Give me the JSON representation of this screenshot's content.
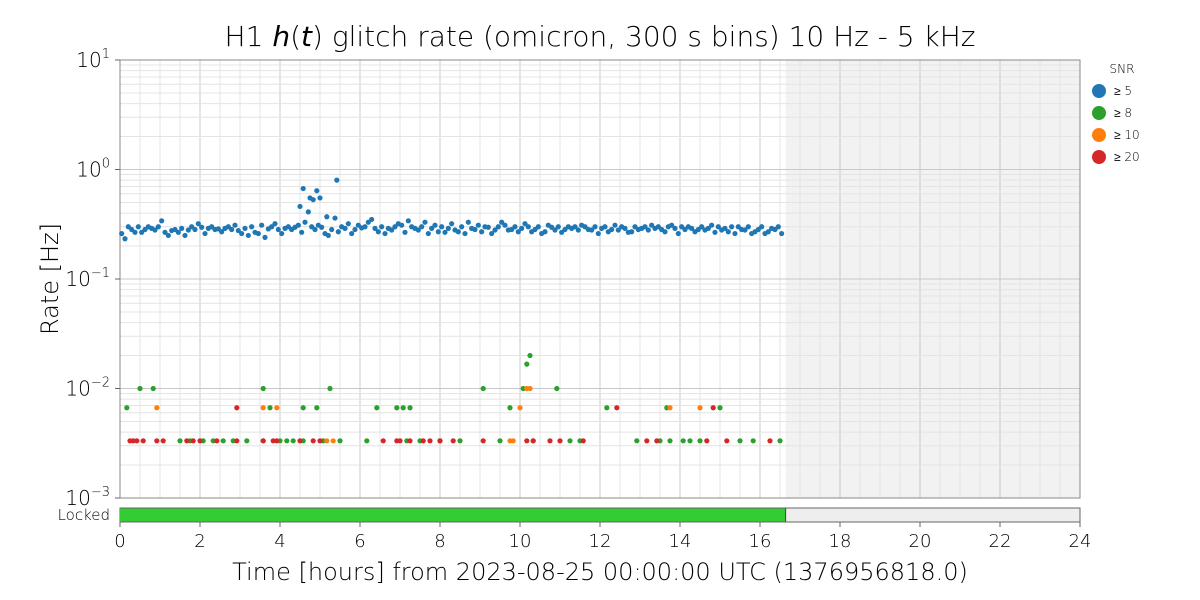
{
  "chart_data": {
    "type": "scatter",
    "title": {
      "prefix": "H1 ",
      "italic": "h",
      "paren_open": "(",
      "italic2": "t",
      "paren_close": ")",
      "suffix": " glitch rate (omicron, 300 s bins) 10 Hz - 5 kHz"
    },
    "xlabel": "Time [hours] from 2023-08-25 00:00:00 UTC (1376956818.0)",
    "ylabel": "Rate [Hz]",
    "xlim": [
      0,
      24
    ],
    "ylim": [
      0.001,
      10
    ],
    "yscale": "log",
    "x_ticks": [
      "0",
      "2",
      "4",
      "6",
      "8",
      "10",
      "12",
      "14",
      "16",
      "18",
      "20",
      "22",
      "24"
    ],
    "y_ticks": [
      {
        "base": "10",
        "exp": "1"
      },
      {
        "base": "10",
        "exp": "0"
      },
      {
        "base": "10",
        "exp": "−1"
      },
      {
        "base": "10",
        "exp": "−2"
      },
      {
        "base": "10",
        "exp": "−3"
      }
    ],
    "grid": true,
    "data_end_hours": 16.64,
    "legend": {
      "title": "SNR",
      "position": "right",
      "items": [
        {
          "label": "≥ 5",
          "color": "#1f77b4"
        },
        {
          "label": "≥ 8",
          "color": "#2ca02c"
        },
        {
          "label": "≥ 10",
          "color": "#ff7f0e"
        },
        {
          "label": "≥ 20",
          "color": "#d62728"
        }
      ]
    },
    "segment_bar": {
      "label": "Locked",
      "active": [
        [
          0,
          16.64
        ]
      ],
      "active_color": "#33cc33",
      "inactive_color": "#eeeeee"
    },
    "series": [
      {
        "name": "≥ 5",
        "color": "#1f77b4",
        "bin_hours": 0.08333,
        "y": [
          0.26,
          0.233,
          0.3,
          0.283,
          0.267,
          0.3,
          0.267,
          0.283,
          0.3,
          0.29,
          0.28,
          0.3,
          0.34,
          0.267,
          0.25,
          0.277,
          0.283,
          0.267,
          0.29,
          0.25,
          0.28,
          0.3,
          0.283,
          0.32,
          0.297,
          0.26,
          0.29,
          0.3,
          0.283,
          0.287,
          0.27,
          0.29,
          0.3,
          0.283,
          0.31,
          0.277,
          0.26,
          0.29,
          0.25,
          0.3,
          0.267,
          0.26,
          0.31,
          0.24,
          0.287,
          0.3,
          0.32,
          0.283,
          0.26,
          0.29,
          0.3,
          0.283,
          0.297,
          0.31,
          0.267,
          0.33,
          0.41,
          0.3,
          0.283,
          0.31,
          0.297,
          0.26,
          0.25,
          0.283,
          0.36,
          0.27,
          0.3,
          0.29,
          0.32,
          0.26,
          0.283,
          0.31,
          0.293,
          0.3,
          0.33,
          0.35,
          0.29,
          0.27,
          0.3,
          0.26,
          0.29,
          0.28,
          0.3,
          0.32,
          0.31,
          0.267,
          0.34,
          0.3,
          0.29,
          0.28,
          0.3,
          0.33,
          0.26,
          0.29,
          0.31,
          0.27,
          0.3,
          0.267,
          0.29,
          0.32,
          0.28,
          0.27,
          0.3,
          0.26,
          0.33,
          0.29,
          0.283,
          0.31,
          0.27,
          0.3,
          0.297,
          0.26,
          0.28,
          0.3,
          0.33,
          0.31,
          0.28,
          0.283,
          0.3,
          0.27,
          0.29,
          0.32,
          0.3,
          0.27,
          0.283,
          0.3,
          0.26,
          0.27,
          0.31,
          0.297,
          0.28,
          0.3,
          0.267,
          0.283,
          0.3,
          0.29,
          0.3,
          0.28,
          0.31,
          0.3,
          0.283,
          0.28,
          0.3,
          0.26,
          0.29,
          0.3,
          0.27,
          0.283,
          0.31,
          0.28,
          0.3,
          0.29,
          0.267,
          0.27,
          0.3,
          0.283,
          0.29,
          0.3,
          0.28,
          0.31,
          0.29,
          0.3,
          0.283,
          0.27,
          0.3,
          0.31,
          0.29,
          0.26,
          0.3,
          0.283,
          0.3,
          0.29,
          0.27,
          0.283,
          0.3,
          0.28,
          0.29,
          0.31,
          0.267,
          0.3,
          0.28,
          0.29,
          0.27,
          0.3,
          0.26,
          0.3,
          0.283,
          0.28,
          0.3,
          0.26,
          0.27,
          0.283,
          0.3,
          0.26,
          0.27,
          0.29,
          0.283,
          0.3,
          0.26
        ],
        "spike_x": [
          4.5,
          4.58,
          4.75,
          4.83,
          4.92,
          5.0,
          5.17,
          5.42
        ],
        "spike_y": [
          0.46,
          0.67,
          0.55,
          0.53,
          0.64,
          0.55,
          0.37,
          0.8
        ]
      },
      {
        "name": "≥ 8",
        "color": "#2ca02c",
        "x": [
          0.17,
          0.5,
          0.83,
          1.5,
          1.75,
          2.08,
          2.33,
          2.58,
          2.83,
          3.17,
          3.58,
          3.58,
          3.75,
          4.0,
          4.17,
          4.33,
          4.58,
          4.58,
          4.92,
          5.08,
          5.25,
          5.5,
          6.17,
          6.42,
          6.92,
          7.08,
          7.17,
          7.25,
          7.5,
          8.0,
          8.5,
          9.08,
          9.5,
          9.75,
          10.08,
          10.17,
          10.25,
          10.33,
          10.92,
          11.25,
          11.5,
          12.17,
          12.92,
          13.5,
          13.67,
          13.75,
          14.08,
          14.25,
          14.5,
          15.0,
          15.5,
          15.83,
          16.5
        ],
        "y": [
          0.00667,
          0.01,
          0.01,
          0.00333,
          0.00333,
          0.00333,
          0.00333,
          0.00333,
          0.00333,
          0.00333,
          0.01,
          0.00333,
          0.00667,
          0.00333,
          0.00333,
          0.00333,
          0.00667,
          0.00333,
          0.00667,
          0.00333,
          0.01,
          0.00333,
          0.00333,
          0.00667,
          0.00667,
          0.00667,
          0.00333,
          0.00667,
          0.00333,
          0.00333,
          0.00333,
          0.01,
          0.00333,
          0.00667,
          0.01,
          0.0167,
          0.02,
          0.00333,
          0.01,
          0.00333,
          0.00333,
          0.00667,
          0.00333,
          0.00333,
          0.00667,
          0.00333,
          0.00333,
          0.00333,
          0.00333,
          0.00667,
          0.00333,
          0.00333,
          0.00333
        ]
      },
      {
        "name": "≥ 10",
        "color": "#ff7f0e",
        "x": [
          0.92,
          3.58,
          3.92,
          5.17,
          5.33,
          9.75,
          9.83,
          10.0,
          10.17,
          10.25,
          13.75,
          14.5
        ],
        "y": [
          0.00667,
          0.00667,
          0.00667,
          0.00333,
          0.00333,
          0.00333,
          0.00333,
          0.00667,
          0.01,
          0.01,
          0.00667,
          0.00667
        ]
      },
      {
        "name": "≥ 20",
        "color": "#d62728",
        "x": [
          0.25,
          0.33,
          0.42,
          0.58,
          0.92,
          1.08,
          1.67,
          1.83,
          2.0,
          2.42,
          2.92,
          2.92,
          3.58,
          3.83,
          3.92,
          4.5,
          4.83,
          5.0,
          6.58,
          6.92,
          7.0,
          7.25,
          7.58,
          7.75,
          8.0,
          8.33,
          9.08,
          10.17,
          10.33,
          10.75,
          11.0,
          11.58,
          12.42,
          13.17,
          13.42,
          14.67,
          14.83,
          15.17,
          16.25
        ],
        "y": [
          0.00333,
          0.00333,
          0.00333,
          0.00333,
          0.00333,
          0.00333,
          0.00333,
          0.00333,
          0.00333,
          0.00333,
          0.00333,
          0.00667,
          0.00333,
          0.00333,
          0.00333,
          0.00333,
          0.00333,
          0.00333,
          0.00333,
          0.00333,
          0.00333,
          0.00333,
          0.00333,
          0.00333,
          0.00333,
          0.00333,
          0.00333,
          0.00333,
          0.00333,
          0.00333,
          0.00333,
          0.00333,
          0.00667,
          0.00333,
          0.00333,
          0.00333,
          0.00667,
          0.00333,
          0.00333
        ]
      }
    ]
  }
}
